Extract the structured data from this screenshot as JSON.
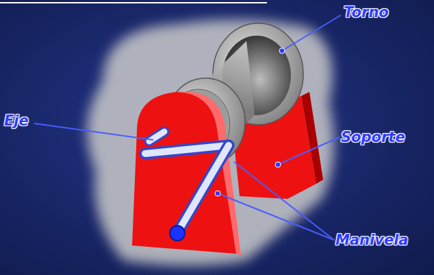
{
  "diagram": {
    "labels": [
      "Torno",
      "Eje",
      "Soporte",
      "Manivela"
    ]
  }
}
